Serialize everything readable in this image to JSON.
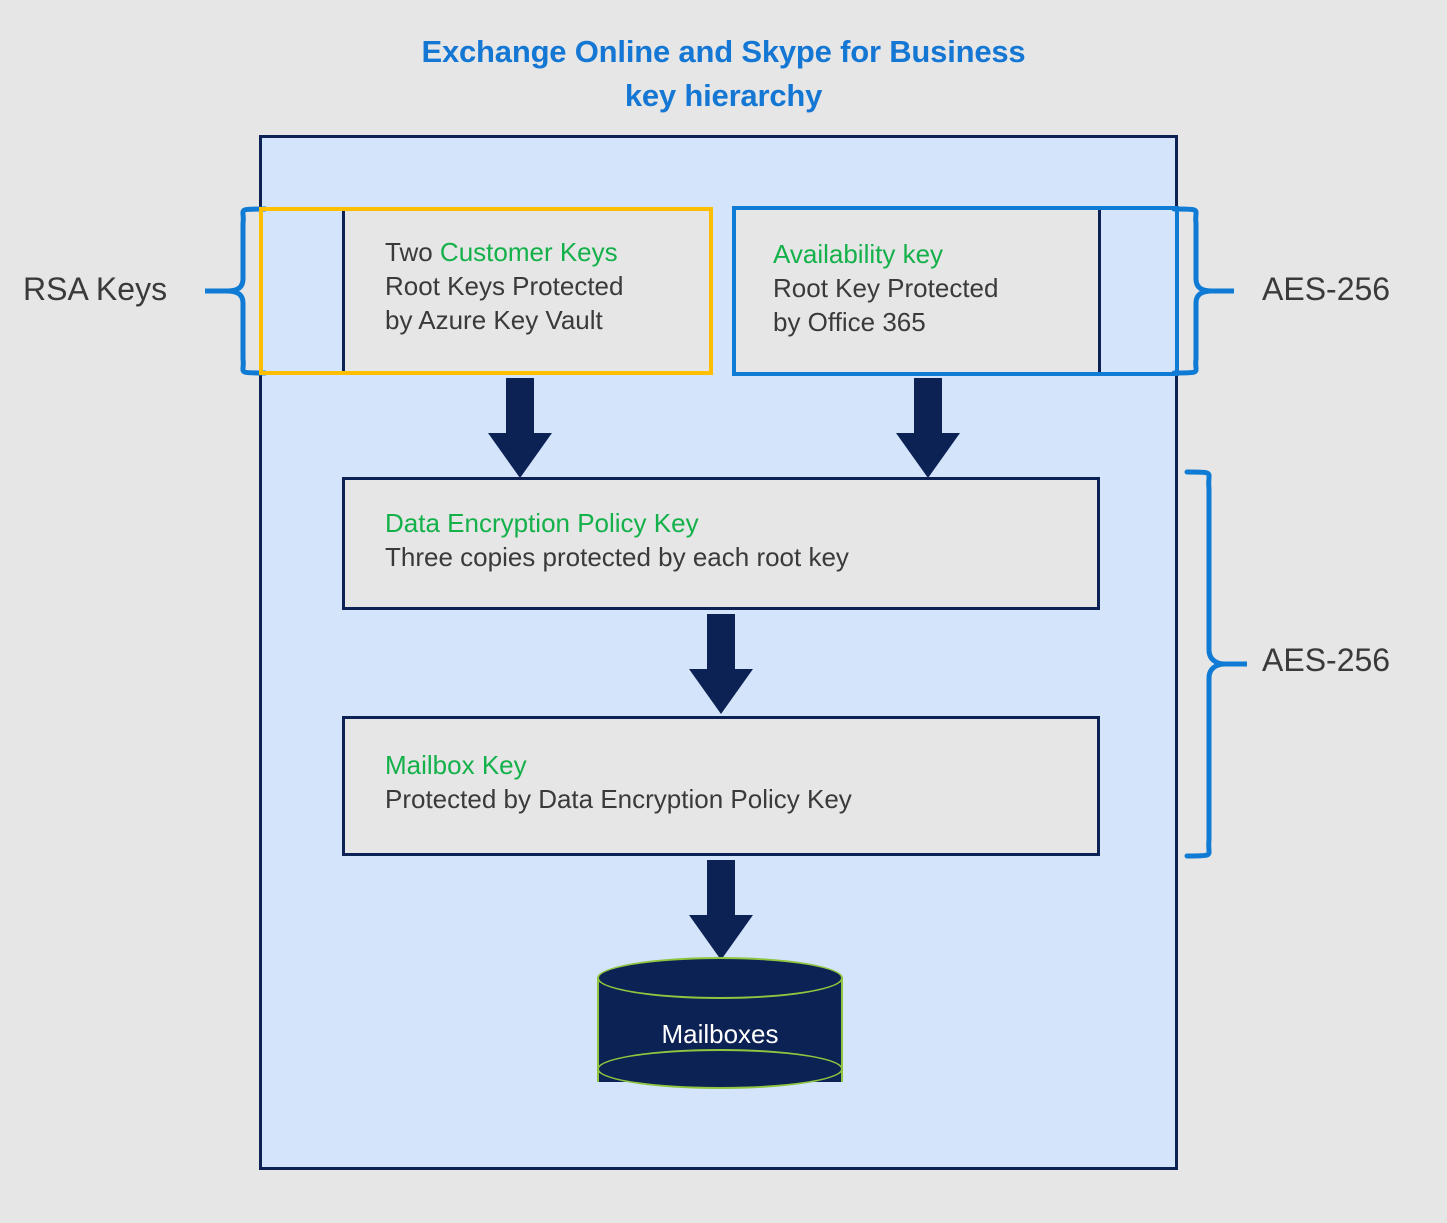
{
  "title": {
    "line1": "Exchange Online and Skype for Business",
    "line2": "key hierarchy"
  },
  "colors": {
    "background": "#e6e6e6",
    "panel_fill": "#d4e4fb",
    "panel_border": "#0d2254",
    "title_blue": "#1577d4",
    "accent_yellow": "#ffbf00",
    "accent_blue": "#0f7bd4",
    "key_green": "#14b14b",
    "body_text": "#3a3a3a",
    "cylinder_fill": "#0d2254",
    "cylinder_stroke": "#8ec63f",
    "arrow_fill": "#0d2254"
  },
  "side_labels": {
    "rsa_keys": "RSA Keys",
    "aes_top": "AES-256",
    "aes_bottom": "AES-256"
  },
  "boxes": {
    "customer_keys": {
      "line1_prefix": "Two ",
      "line1_highlight": "Customer Keys",
      "line2": "Root Keys Protected",
      "line3": "by Azure Key Vault"
    },
    "availability_key": {
      "line1_highlight": "Availability key",
      "line2": "Root Key Protected",
      "line3": "by Office 365"
    },
    "data_encryption_policy_key": {
      "line1_highlight": "Data Encryption Policy Key",
      "line2": "Three copies protected by each root key"
    },
    "mailbox_key": {
      "line1_highlight": "Mailbox Key",
      "line2": "Protected by Data Encryption Policy Key"
    }
  },
  "datastore": {
    "mailboxes_label": "Mailboxes"
  },
  "icons": {
    "arrow_down": "down-arrow-icon",
    "brace_left": "left-curly-brace-icon",
    "brace_right": "right-curly-brace-icon",
    "cylinder": "database-cylinder-icon"
  }
}
